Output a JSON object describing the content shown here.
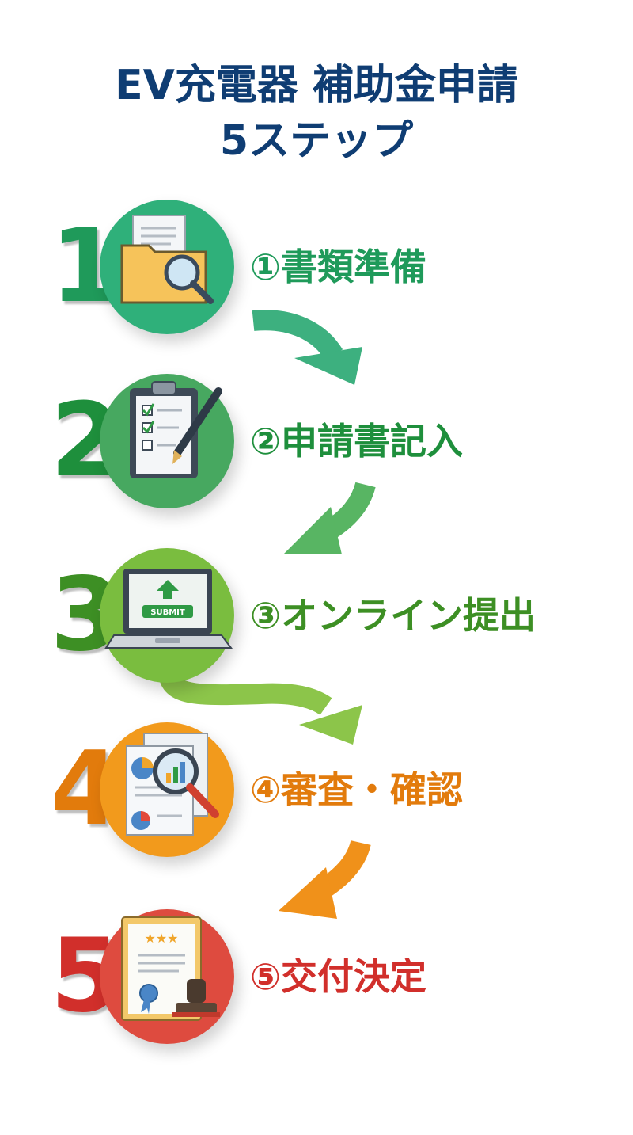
{
  "title": {
    "line1": "EV充電器 補助金申請",
    "line2": "5ステップ"
  },
  "steps": [
    {
      "number": "1",
      "label": "①書類準備",
      "color": "#1f9a5a",
      "circle": "#2fb07a",
      "icon": "folder-search-icon"
    },
    {
      "number": "2",
      "label": "②申請書記入",
      "color": "#1e8f3c",
      "circle": "#47a860",
      "icon": "clipboard-pen-icon"
    },
    {
      "number": "3",
      "label": "③オンライン提出",
      "color": "#3d8f24",
      "circle": "#7abd3f",
      "icon": "laptop-upload-icon",
      "button_text": "SUBMIT"
    },
    {
      "number": "4",
      "label": "④審査・確認",
      "color": "#e27b0c",
      "circle": "#f29a1c",
      "icon": "document-magnifier-icon"
    },
    {
      "number": "5",
      "label": "⑤交付決定",
      "color": "#d12f2b",
      "circle": "#de4b3f",
      "icon": "certificate-stamp-icon"
    }
  ]
}
